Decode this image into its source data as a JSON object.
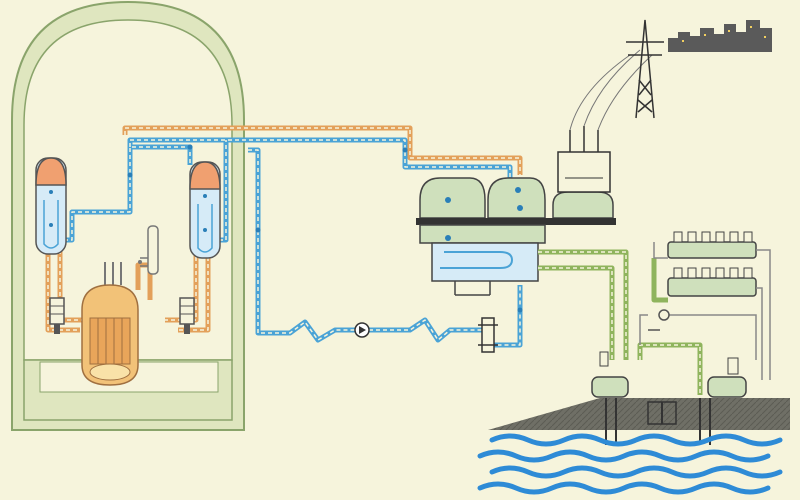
{
  "diagram": {
    "kind": "nuclear power plant schematic",
    "labels": [],
    "colors": {
      "background": "#f6f4dc",
      "containment_fill": "#dfe6bf",
      "containment_stroke": "#8aa46b",
      "primary_loop": "#e3a05a",
      "secondary_loop": "#4aa3d6",
      "cooling_loop": "#8fb45d",
      "turbine_fill": "#cfe0bc",
      "generator_fill": "#cfe0bc",
      "condenser_fill": "#d6ebf7",
      "steam_generator_top": "#f0a070",
      "reactor_core": "#f2c278",
      "ground": "#6f6f66",
      "water": "#2e8bd6",
      "dark_line": "#444444",
      "city": "#5a5a5a"
    },
    "components": [
      "containment-building",
      "reactor-vessel",
      "steam-generator-left",
      "steam-generator-right",
      "pressurizer",
      "primary-pump-left",
      "primary-pump-right",
      "turbine",
      "generator",
      "transformer",
      "transmission-tower",
      "city-skyline",
      "condenser",
      "feedwater-pump",
      "preheaters",
      "cooling-pump",
      "river-water"
    ]
  }
}
